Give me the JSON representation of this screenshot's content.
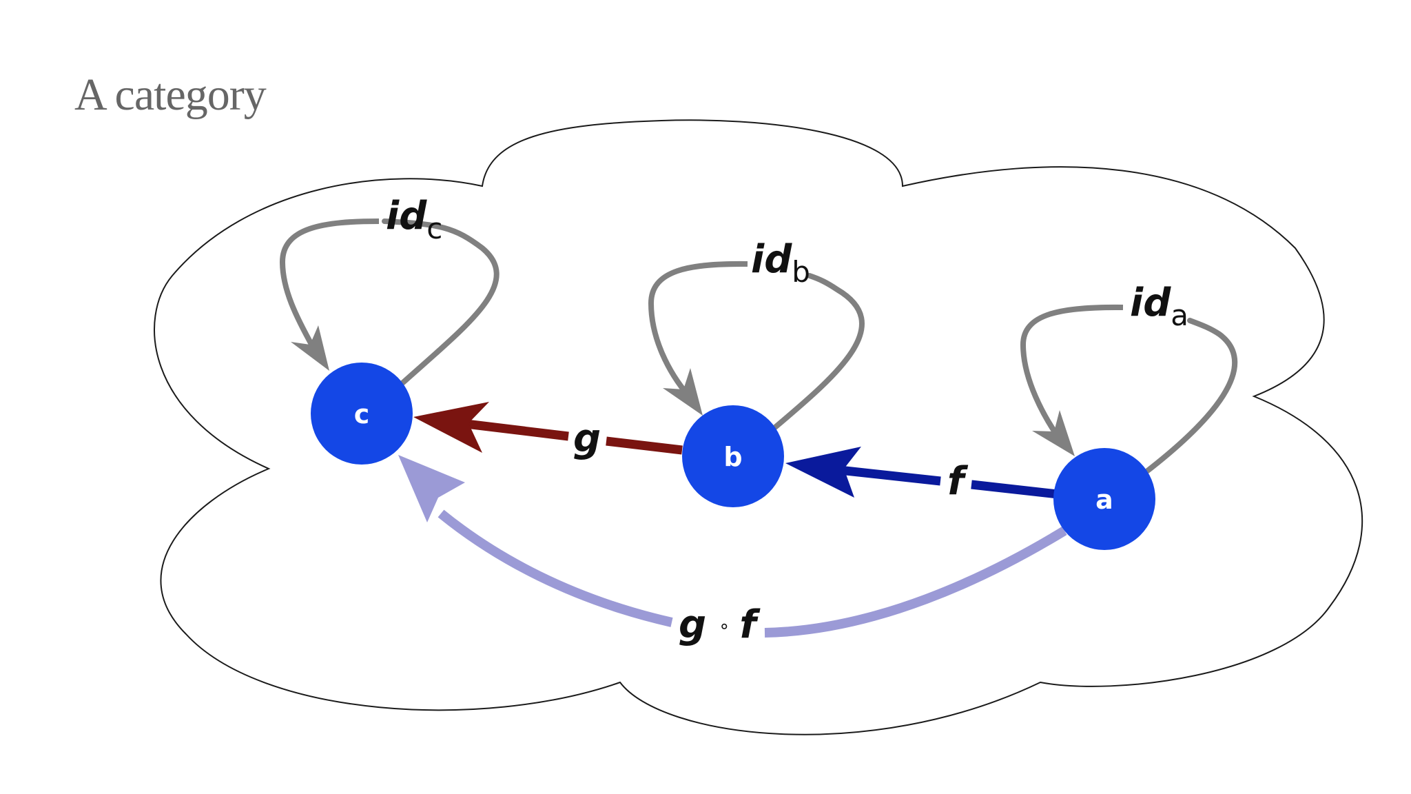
{
  "title": "A category",
  "colors": {
    "node": "#1447e6",
    "identity": "#808080",
    "g": "#7a1410",
    "f": "#0a1a9c",
    "composite": "#9b9ad6"
  },
  "objects": [
    {
      "id": "c",
      "label": "c"
    },
    {
      "id": "b",
      "label": "b"
    },
    {
      "id": "a",
      "label": "a"
    }
  ],
  "morphisms": {
    "id_c": {
      "main": "id",
      "sub": "c"
    },
    "id_b": {
      "main": "id",
      "sub": "b"
    },
    "id_a": {
      "main": "id",
      "sub": "a"
    },
    "g": {
      "label": "g"
    },
    "f": {
      "label": "f"
    },
    "g_of_f": {
      "left": "g",
      "op": "∘",
      "right": "f"
    }
  }
}
